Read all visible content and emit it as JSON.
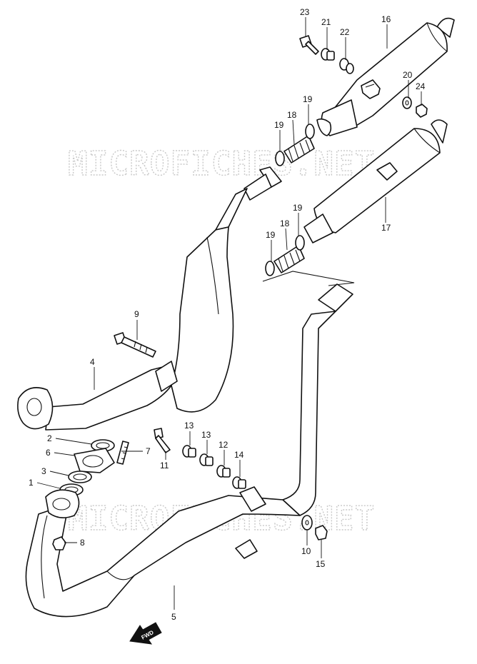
{
  "watermark": "MICROFICHES.NET",
  "fwd_label": "FWD",
  "callouts": [
    {
      "id": "23",
      "label": "23"
    },
    {
      "id": "21",
      "label": "21"
    },
    {
      "id": "22",
      "label": "22"
    },
    {
      "id": "16",
      "label": "16"
    },
    {
      "id": "20",
      "label": "20"
    },
    {
      "id": "24",
      "label": "24"
    },
    {
      "id": "19a",
      "label": "19"
    },
    {
      "id": "18a",
      "label": "18"
    },
    {
      "id": "19b",
      "label": "19"
    },
    {
      "id": "17",
      "label": "17"
    },
    {
      "id": "19c",
      "label": "19"
    },
    {
      "id": "18b",
      "label": "18"
    },
    {
      "id": "19d",
      "label": "19"
    },
    {
      "id": "9",
      "label": "9"
    },
    {
      "id": "4",
      "label": "4"
    },
    {
      "id": "2",
      "label": "2"
    },
    {
      "id": "6",
      "label": "6"
    },
    {
      "id": "7",
      "label": "7"
    },
    {
      "id": "3",
      "label": "3"
    },
    {
      "id": "1",
      "label": "1"
    },
    {
      "id": "8",
      "label": "8"
    },
    {
      "id": "13a",
      "label": "13"
    },
    {
      "id": "13b",
      "label": "13"
    },
    {
      "id": "12",
      "label": "12"
    },
    {
      "id": "14",
      "label": "14"
    },
    {
      "id": "11",
      "label": "11"
    },
    {
      "id": "10",
      "label": "10"
    },
    {
      "id": "15",
      "label": "15"
    },
    {
      "id": "5",
      "label": "5"
    }
  ]
}
